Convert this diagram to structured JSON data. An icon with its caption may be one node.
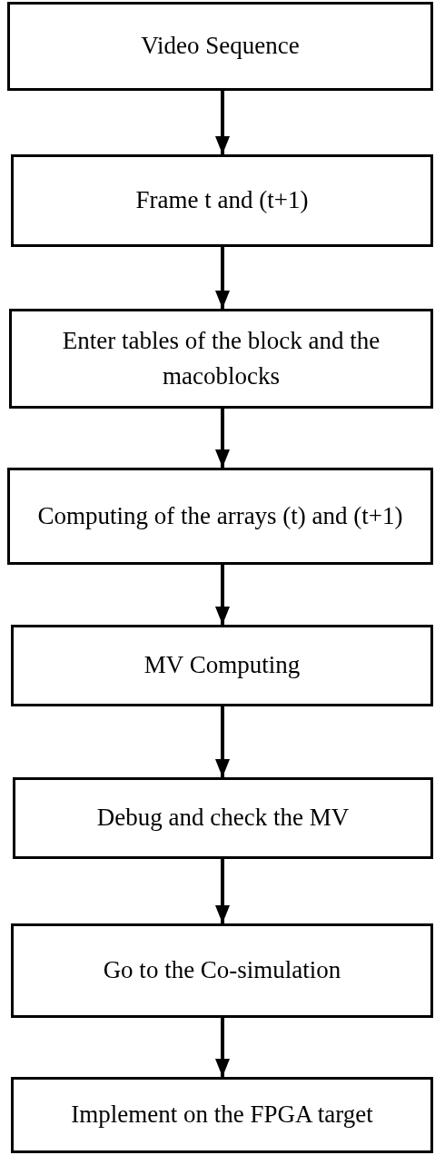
{
  "diagram": {
    "nodes": [
      {
        "text": [
          "Video Sequence"
        ]
      },
      {
        "text": [
          "Frame t and (t+1)"
        ]
      },
      {
        "text": [
          "Enter tables of the block and the macoblocks"
        ]
      },
      {
        "text": [
          "Computing of the arrays (t) and (t+1)"
        ]
      },
      {
        "text": [
          "MV Computing"
        ]
      },
      {
        "text": [
          "Debug and check the MV"
        ]
      },
      {
        "text": [
          "Go to the Co-simulation"
        ]
      },
      {
        "text": [
          "Implement on the FPGA target"
        ]
      }
    ],
    "edges": [
      {
        "from": 0,
        "to": 1,
        "arrow": "to"
      },
      {
        "from": 1,
        "to": 2,
        "arrow": "to"
      },
      {
        "from": 2,
        "to": 3,
        "arrow": "to"
      },
      {
        "from": 3,
        "to": 4,
        "arrow": "to"
      },
      {
        "from": 4,
        "to": 5,
        "arrow": "to"
      },
      {
        "from": 5,
        "to": 6,
        "arrow": "to"
      },
      {
        "from": 6,
        "to": 7,
        "arrow": "to"
      }
    ]
  }
}
